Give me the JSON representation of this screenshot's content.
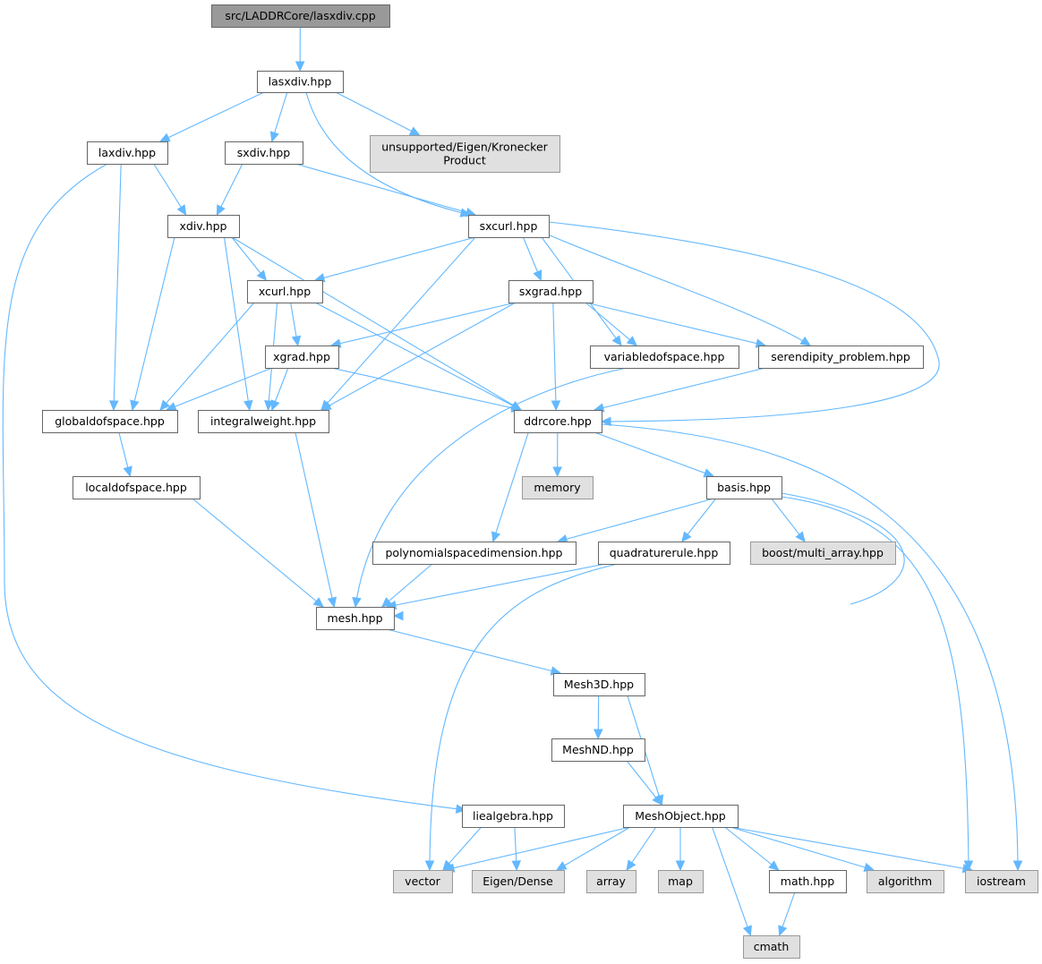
{
  "title": "src/LADDRCore/lasxdiv.cpp",
  "colors": {
    "edge": "#63b8ff",
    "root_fill": "#999999",
    "root_border": "#666666",
    "node_fill": "#ffffff",
    "node_border": "#666666",
    "external_fill": "#e0e0e0",
    "external_border": "#999999"
  },
  "nodes": [
    {
      "id": "cpp",
      "label": [
        "src/LADDRCore/lasxdiv.cpp"
      ],
      "kind": "root"
    },
    {
      "id": "lasxdiv",
      "label": [
        "lasxdiv.hpp"
      ],
      "kind": "file"
    },
    {
      "id": "laxdiv",
      "label": [
        "laxdiv.hpp"
      ],
      "kind": "file"
    },
    {
      "id": "sxdiv",
      "label": [
        "sxdiv.hpp"
      ],
      "kind": "file"
    },
    {
      "id": "kron",
      "label": [
        "unsupported/Eigen/Kronecker",
        "Product"
      ],
      "kind": "external"
    },
    {
      "id": "xdiv",
      "label": [
        "xdiv.hpp"
      ],
      "kind": "file"
    },
    {
      "id": "sxcurl",
      "label": [
        "sxcurl.hpp"
      ],
      "kind": "file"
    },
    {
      "id": "xcurl",
      "label": [
        "xcurl.hpp"
      ],
      "kind": "file"
    },
    {
      "id": "sxgrad",
      "label": [
        "sxgrad.hpp"
      ],
      "kind": "file"
    },
    {
      "id": "xgrad",
      "label": [
        "xgrad.hpp"
      ],
      "kind": "file"
    },
    {
      "id": "vardof",
      "label": [
        "variabledofspace.hpp"
      ],
      "kind": "file"
    },
    {
      "id": "seren",
      "label": [
        "serendipity_problem.hpp"
      ],
      "kind": "file"
    },
    {
      "id": "globdof",
      "label": [
        "globaldofspace.hpp"
      ],
      "kind": "file"
    },
    {
      "id": "intw",
      "label": [
        "integralweight.hpp"
      ],
      "kind": "file"
    },
    {
      "id": "ddrcore",
      "label": [
        "ddrcore.hpp"
      ],
      "kind": "file"
    },
    {
      "id": "locdof",
      "label": [
        "localdofspace.hpp"
      ],
      "kind": "file"
    },
    {
      "id": "memory",
      "label": [
        "memory"
      ],
      "kind": "external"
    },
    {
      "id": "basis",
      "label": [
        "basis.hpp"
      ],
      "kind": "file"
    },
    {
      "id": "polydim",
      "label": [
        "polynomialspacedimension.hpp"
      ],
      "kind": "file"
    },
    {
      "id": "quad",
      "label": [
        "quadraturerule.hpp"
      ],
      "kind": "file"
    },
    {
      "id": "boost",
      "label": [
        "boost/multi_array.hpp"
      ],
      "kind": "external"
    },
    {
      "id": "mesh",
      "label": [
        "mesh.hpp"
      ],
      "kind": "file"
    },
    {
      "id": "mesh3d",
      "label": [
        "Mesh3D.hpp"
      ],
      "kind": "file"
    },
    {
      "id": "meshnd",
      "label": [
        "MeshND.hpp"
      ],
      "kind": "file"
    },
    {
      "id": "lie",
      "label": [
        "liealgebra.hpp"
      ],
      "kind": "file"
    },
    {
      "id": "meshobj",
      "label": [
        "MeshObject.hpp"
      ],
      "kind": "file"
    },
    {
      "id": "vector",
      "label": [
        "vector"
      ],
      "kind": "external"
    },
    {
      "id": "dense",
      "label": [
        "Eigen/Dense"
      ],
      "kind": "external"
    },
    {
      "id": "array",
      "label": [
        "array"
      ],
      "kind": "external"
    },
    {
      "id": "map",
      "label": [
        "map"
      ],
      "kind": "external"
    },
    {
      "id": "math",
      "label": [
        "math.hpp"
      ],
      "kind": "file"
    },
    {
      "id": "algorithm",
      "label": [
        "algorithm"
      ],
      "kind": "external"
    },
    {
      "id": "iostream",
      "label": [
        "iostream"
      ],
      "kind": "external"
    },
    {
      "id": "cmath",
      "label": [
        "cmath"
      ],
      "kind": "external"
    }
  ],
  "edges": [
    [
      "cpp",
      "lasxdiv"
    ],
    [
      "lasxdiv",
      "laxdiv"
    ],
    [
      "lasxdiv",
      "sxdiv"
    ],
    [
      "lasxdiv",
      "kron"
    ],
    [
      "lasxdiv",
      "sxcurl"
    ],
    [
      "laxdiv",
      "xdiv"
    ],
    [
      "laxdiv",
      "globdof"
    ],
    [
      "laxdiv",
      "lie"
    ],
    [
      "sxdiv",
      "xdiv"
    ],
    [
      "sxdiv",
      "sxcurl"
    ],
    [
      "xdiv",
      "xcurl"
    ],
    [
      "xdiv",
      "globdof"
    ],
    [
      "xdiv",
      "intw"
    ],
    [
      "xdiv",
      "ddrcore"
    ],
    [
      "sxcurl",
      "xcurl"
    ],
    [
      "sxcurl",
      "sxgrad"
    ],
    [
      "sxcurl",
      "intw"
    ],
    [
      "sxcurl",
      "vardof"
    ],
    [
      "sxcurl",
      "seren"
    ],
    [
      "sxcurl",
      "ddrcore"
    ],
    [
      "xcurl",
      "xgrad"
    ],
    [
      "xcurl",
      "globdof"
    ],
    [
      "xcurl",
      "intw"
    ],
    [
      "xcurl",
      "ddrcore"
    ],
    [
      "sxgrad",
      "xgrad"
    ],
    [
      "sxgrad",
      "vardof"
    ],
    [
      "sxgrad",
      "seren"
    ],
    [
      "sxgrad",
      "ddrcore"
    ],
    [
      "sxgrad",
      "intw"
    ],
    [
      "xgrad",
      "globdof"
    ],
    [
      "xgrad",
      "intw"
    ],
    [
      "xgrad",
      "ddrcore"
    ],
    [
      "vardof",
      "mesh"
    ],
    [
      "seren",
      "ddrcore"
    ],
    [
      "globdof",
      "locdof"
    ],
    [
      "intw",
      "mesh"
    ],
    [
      "locdof",
      "mesh"
    ],
    [
      "ddrcore",
      "memory"
    ],
    [
      "ddrcore",
      "basis"
    ],
    [
      "ddrcore",
      "polydim"
    ],
    [
      "ddrcore",
      "iostream"
    ],
    [
      "basis",
      "polydim"
    ],
    [
      "basis",
      "quad"
    ],
    [
      "basis",
      "boost"
    ],
    [
      "basis",
      "mesh"
    ],
    [
      "basis",
      "iostream"
    ],
    [
      "polydim",
      "mesh"
    ],
    [
      "quad",
      "mesh"
    ],
    [
      "quad",
      "vector"
    ],
    [
      "mesh",
      "mesh3d"
    ],
    [
      "mesh3d",
      "meshnd"
    ],
    [
      "mesh3d",
      "meshobj"
    ],
    [
      "meshnd",
      "meshobj"
    ],
    [
      "lie",
      "vector"
    ],
    [
      "lie",
      "dense"
    ],
    [
      "meshobj",
      "vector"
    ],
    [
      "meshobj",
      "dense"
    ],
    [
      "meshobj",
      "array"
    ],
    [
      "meshobj",
      "map"
    ],
    [
      "meshobj",
      "math"
    ],
    [
      "meshobj",
      "algorithm"
    ],
    [
      "meshobj",
      "iostream"
    ],
    [
      "meshobj",
      "cmath"
    ],
    [
      "math",
      "cmath"
    ]
  ]
}
